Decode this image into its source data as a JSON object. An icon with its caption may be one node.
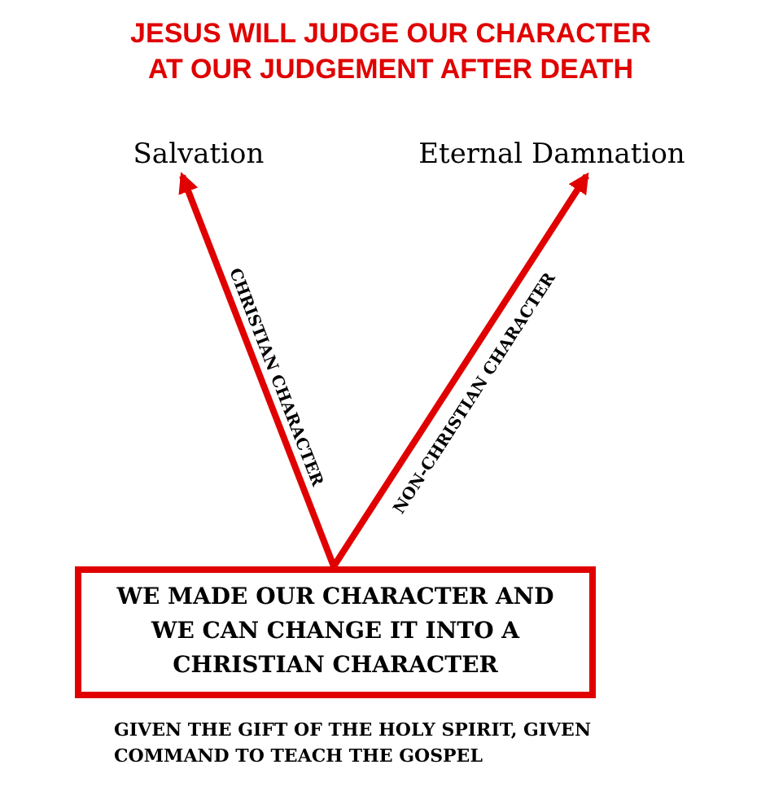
{
  "diagram": {
    "title": "JESUS WILL JUDGE OUR CHARACTER AT OUR JUDGEMENT AFTER DEATH",
    "nodes": [
      {
        "text": [
          "WE MADE OUR CHARACTER AND WE CAN CHANGE IT INTO A CHRISTIAN CHARACTER"
        ]
      },
      {
        "text": [
          "Salvation"
        ]
      },
      {
        "text": [
          "Eternal Damnation"
        ]
      }
    ],
    "edges": [
      {
        "from": 0,
        "to": 1,
        "arrow": "to",
        "label": "CHRISTIAN CHARACTER"
      },
      {
        "from": 0,
        "to": 2,
        "arrow": "to",
        "label": "NON-CHRISTIAN CHARACTER"
      }
    ],
    "labels": [
      "GIVEN THE GIFT OF THE HOLY SPIRIT, GIVEN COMMAND TO TEACH THE GOSPEL"
    ]
  }
}
